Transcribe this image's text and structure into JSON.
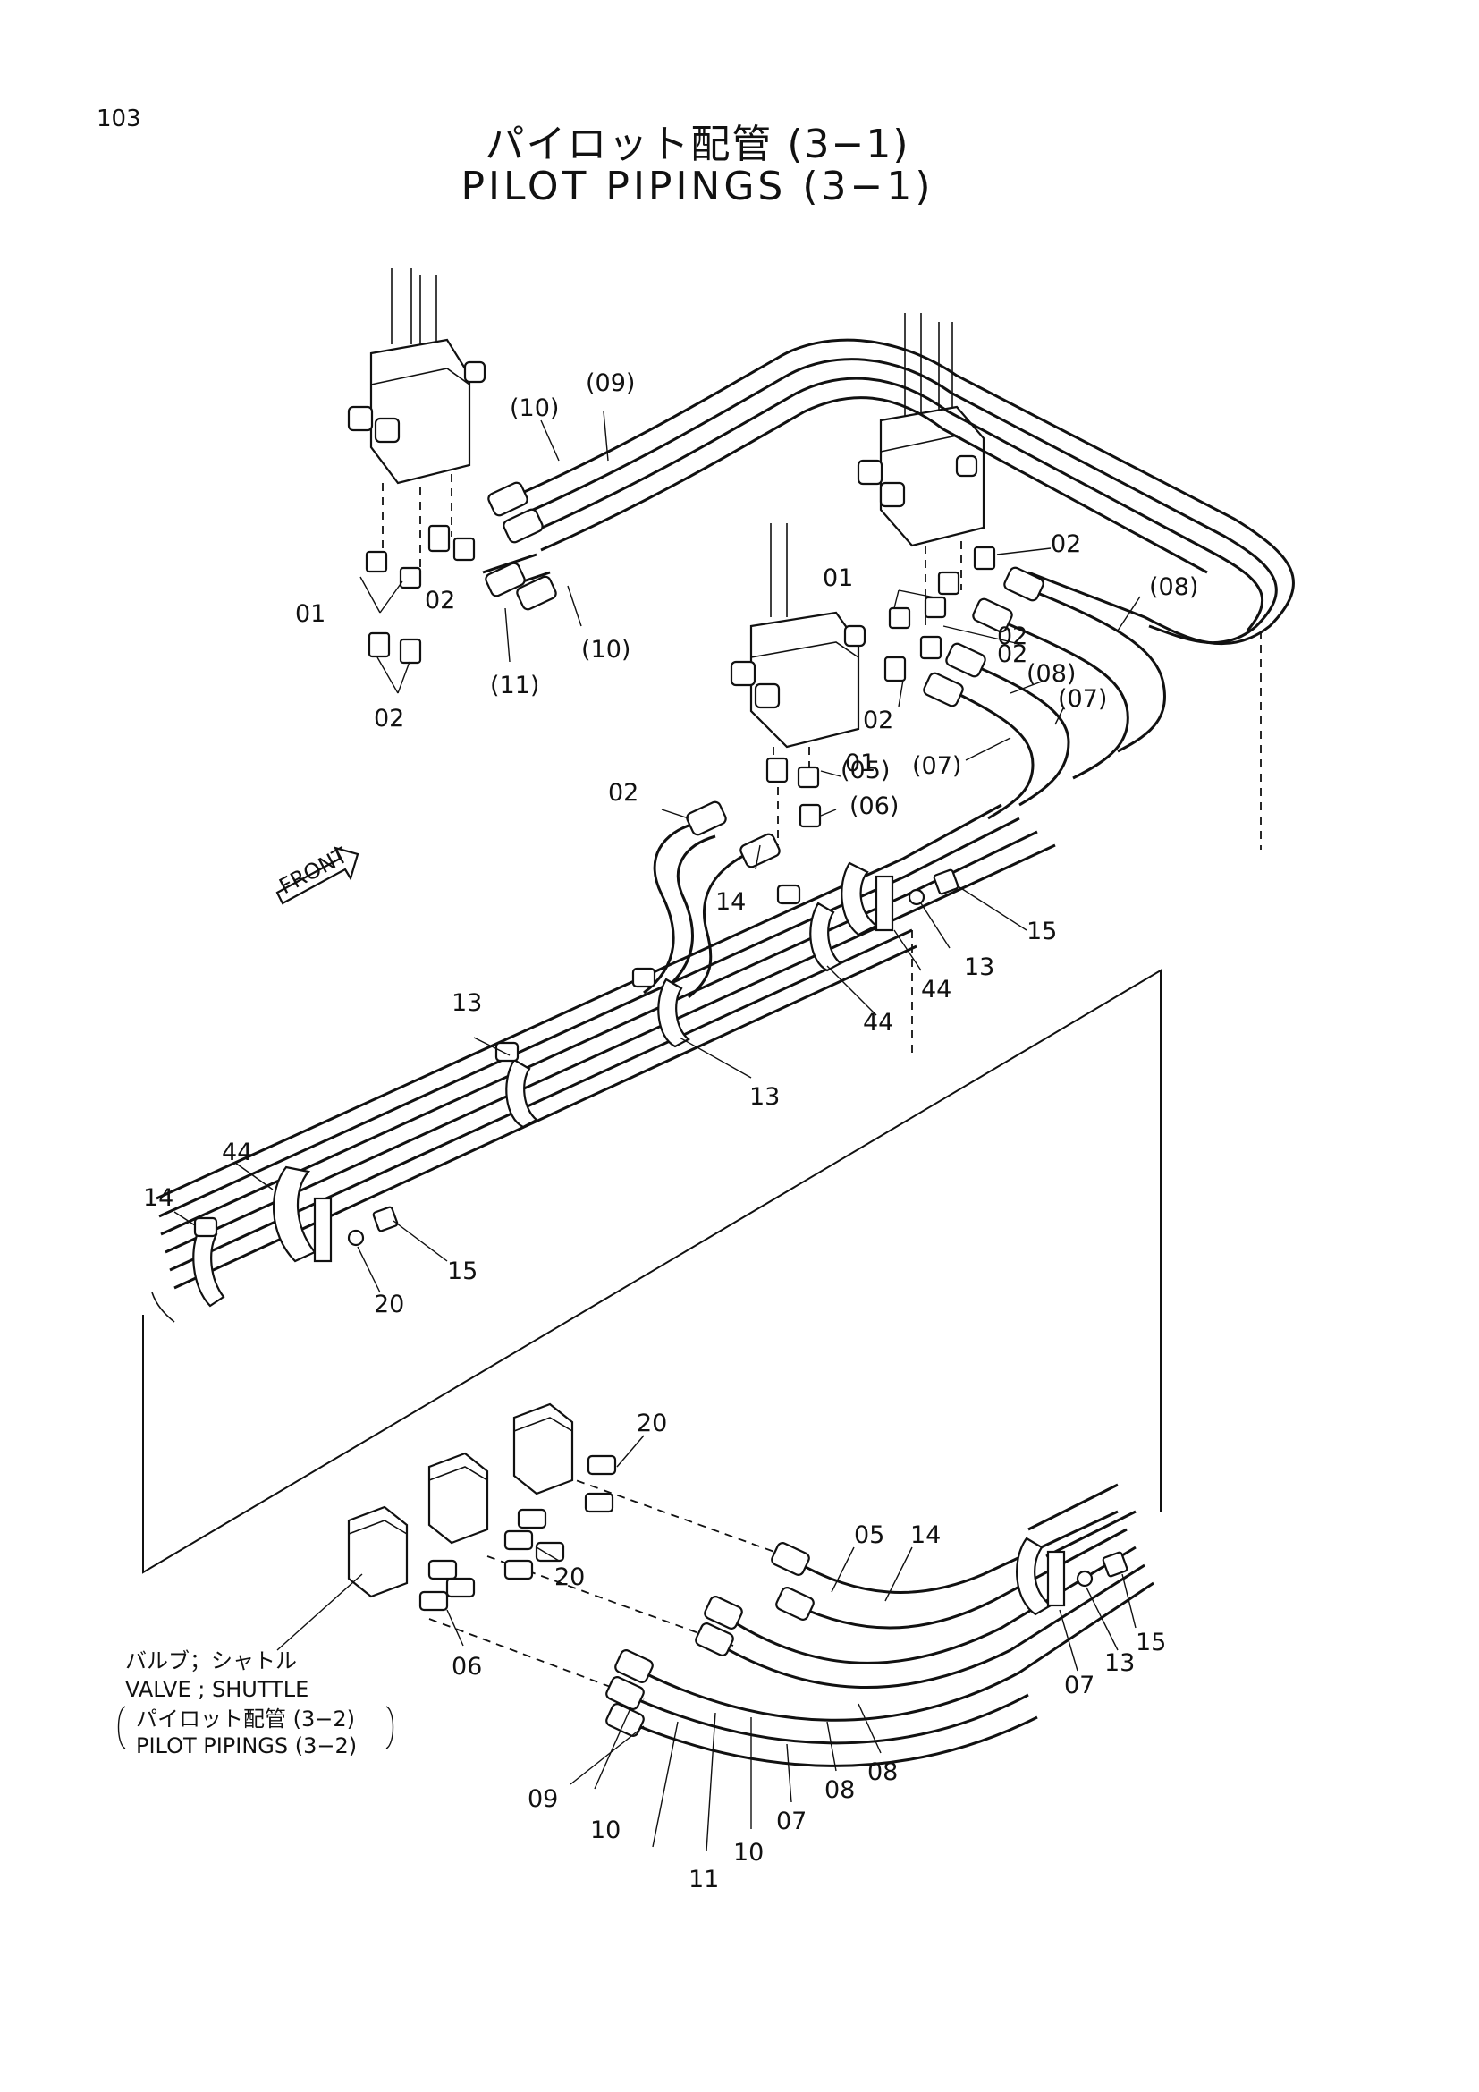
{
  "page_number": "103",
  "title": {
    "japanese": "パイロット配管 (3−1)",
    "english": "PILOT PIPINGS (3−1)"
  },
  "front_marker": "FRONT",
  "callouts": [
    {
      "id": "c01",
      "text": "(09)"
    },
    {
      "id": "c02",
      "text": "(10)"
    },
    {
      "id": "c03",
      "text": "01"
    },
    {
      "id": "c04",
      "text": "02"
    },
    {
      "id": "c05",
      "text": "(10)"
    },
    {
      "id": "c06",
      "text": "(11)"
    },
    {
      "id": "c07",
      "text": "02"
    },
    {
      "id": "c08",
      "text": "02"
    },
    {
      "id": "c09",
      "text": "(08)"
    },
    {
      "id": "c10",
      "text": "01"
    },
    {
      "id": "c11",
      "text": "02"
    },
    {
      "id": "c12",
      "text": "(08)"
    },
    {
      "id": "c13",
      "text": "(07)"
    },
    {
      "id": "c14",
      "text": "02"
    },
    {
      "id": "c15",
      "text": "(07)"
    },
    {
      "id": "c16",
      "text": "02"
    },
    {
      "id": "c17",
      "text": "01"
    },
    {
      "id": "c18",
      "text": "(05)"
    },
    {
      "id": "c19",
      "text": "02"
    },
    {
      "id": "c20",
      "text": "(06)"
    },
    {
      "id": "c21",
      "text": "14"
    },
    {
      "id": "c22",
      "text": "15"
    },
    {
      "id": "c23",
      "text": "13"
    },
    {
      "id": "c24",
      "text": "44"
    },
    {
      "id": "c25",
      "text": "44"
    },
    {
      "id": "c26",
      "text": "13"
    },
    {
      "id": "c27",
      "text": "13"
    },
    {
      "id": "c28",
      "text": "44"
    },
    {
      "id": "c29",
      "text": "14"
    },
    {
      "id": "c30",
      "text": "15"
    },
    {
      "id": "c31",
      "text": "20"
    },
    {
      "id": "c32",
      "text": "20"
    },
    {
      "id": "c33",
      "text": "20"
    },
    {
      "id": "c34",
      "text": "06"
    },
    {
      "id": "c35",
      "text": "05"
    },
    {
      "id": "c36",
      "text": "14"
    },
    {
      "id": "c37",
      "text": "15"
    },
    {
      "id": "c38",
      "text": "13"
    },
    {
      "id": "c39",
      "text": "07"
    },
    {
      "id": "c40",
      "text": "08"
    },
    {
      "id": "c41",
      "text": "08"
    },
    {
      "id": "c42",
      "text": "07"
    },
    {
      "id": "c43",
      "text": "10"
    },
    {
      "id": "c44",
      "text": "09"
    },
    {
      "id": "c45",
      "text": "10"
    },
    {
      "id": "c46",
      "text": "11"
    }
  ],
  "shuttle_valve_note": {
    "japanese": "バルブ；シャトル",
    "english": "VALVE ; SHUTTLE",
    "ref_japanese": "パイロット配管 (3−2)",
    "ref_english": "PILOT PIPINGS (3−2)"
  }
}
